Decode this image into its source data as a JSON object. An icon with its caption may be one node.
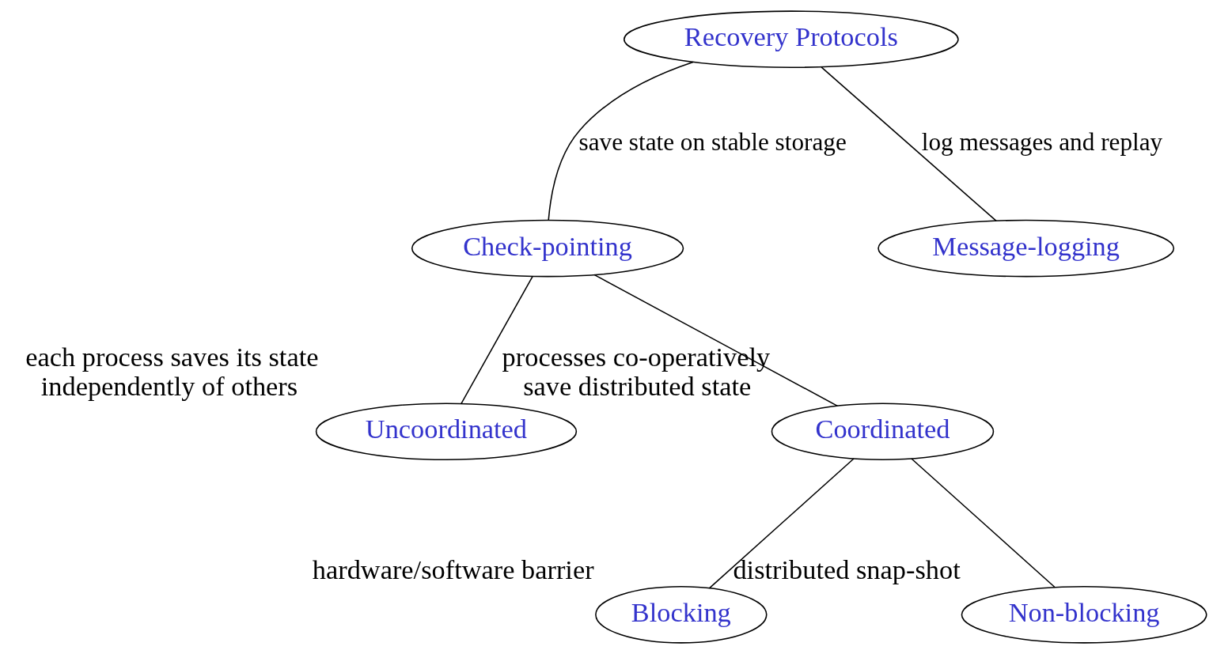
{
  "diagram": {
    "nodes": [
      {
        "text": [
          "Recovery Protocols"
        ]
      },
      {
        "text": [
          "Check-pointing"
        ]
      },
      {
        "text": [
          "Message-logging"
        ]
      },
      {
        "text": [
          "Uncoordinated"
        ],
        "beside": [
          "each process saves its state independently of others"
        ]
      },
      {
        "text": [
          "Coordinated"
        ],
        "beside": [
          "processes co-operatively save distributed state"
        ]
      },
      {
        "text": [
          "Blocking"
        ],
        "beside": [
          "hardware/software barrier"
        ]
      },
      {
        "text": [
          "Non-blocking"
        ],
        "beside": [
          "distributed snap-shot"
        ]
      }
    ],
    "edges": [
      {
        "from": 0,
        "to": 1,
        "arrow": "none",
        "label": "save state on stable storage"
      },
      {
        "from": 0,
        "to": 2,
        "arrow": "none",
        "label": "log messages and replay"
      },
      {
        "from": 1,
        "to": 3,
        "arrow": "none"
      },
      {
        "from": 1,
        "to": 4,
        "arrow": "none"
      },
      {
        "from": 4,
        "to": 5,
        "arrow": "none"
      },
      {
        "from": 4,
        "to": 6,
        "arrow": "none"
      }
    ]
  }
}
